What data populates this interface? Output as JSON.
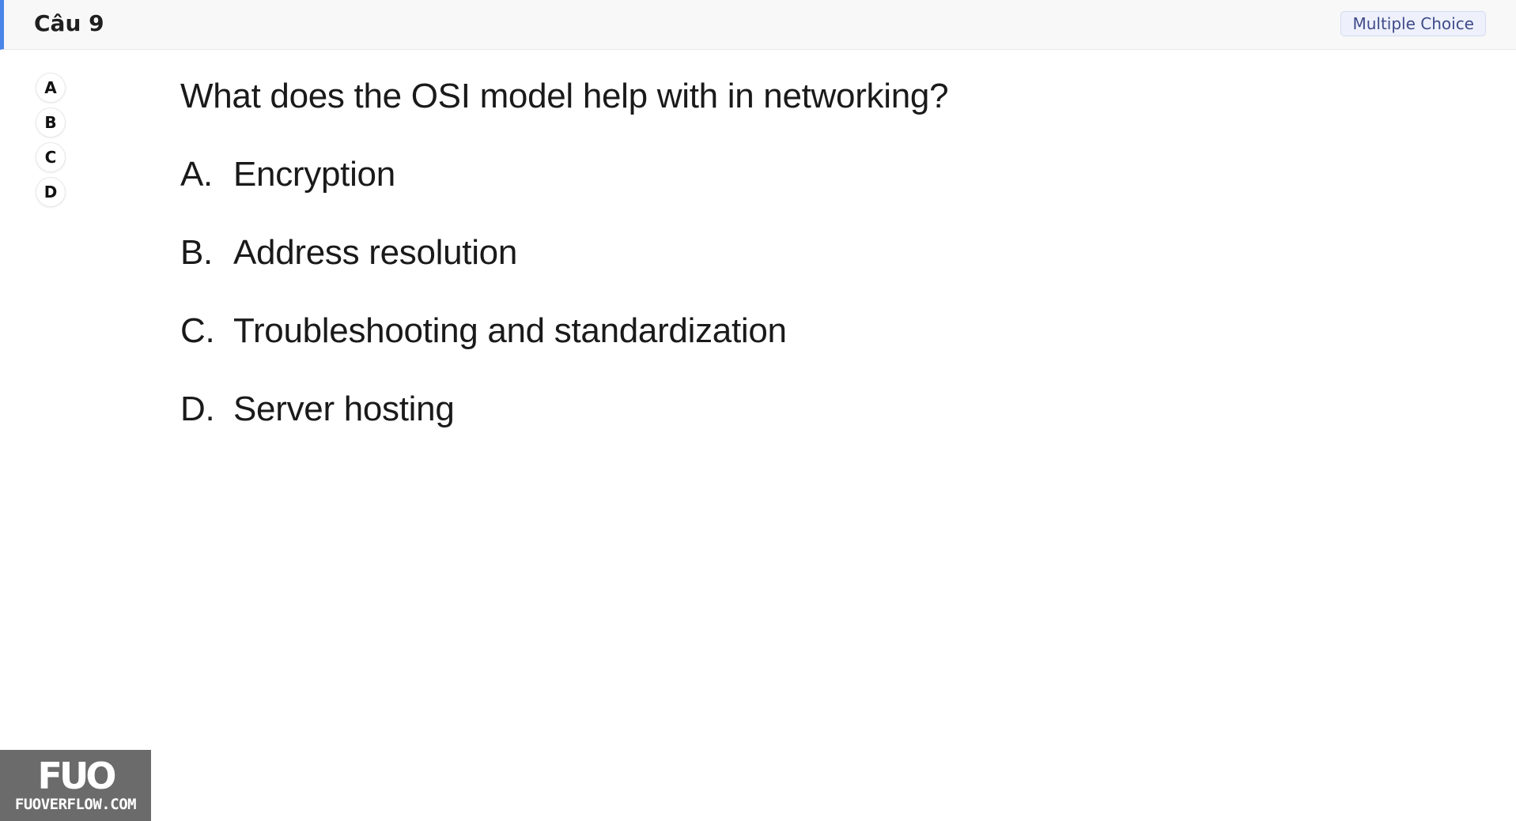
{
  "header": {
    "title": "Câu 9",
    "question_type": "Multiple Choice"
  },
  "option_buttons": [
    "A",
    "B",
    "C",
    "D"
  ],
  "question": {
    "text": "What does the OSI model help with in networking?",
    "answers": [
      {
        "letter": "A.",
        "text": "Encryption"
      },
      {
        "letter": "B.",
        "text": "Address resolution"
      },
      {
        "letter": "C.",
        "text": "Troubleshooting and standardization"
      },
      {
        "letter": "D.",
        "text": "Server hosting"
      }
    ]
  },
  "watermark": {
    "mark": "FUO",
    "domain": "FUOVERFLOW.COM"
  },
  "colors": {
    "accent": "#4a86e8",
    "header_bg": "#f8f8f8",
    "badge_bg": "#eef1fb",
    "badge_text": "#3f4a8a",
    "logo_bg": "#6b6b6b"
  }
}
